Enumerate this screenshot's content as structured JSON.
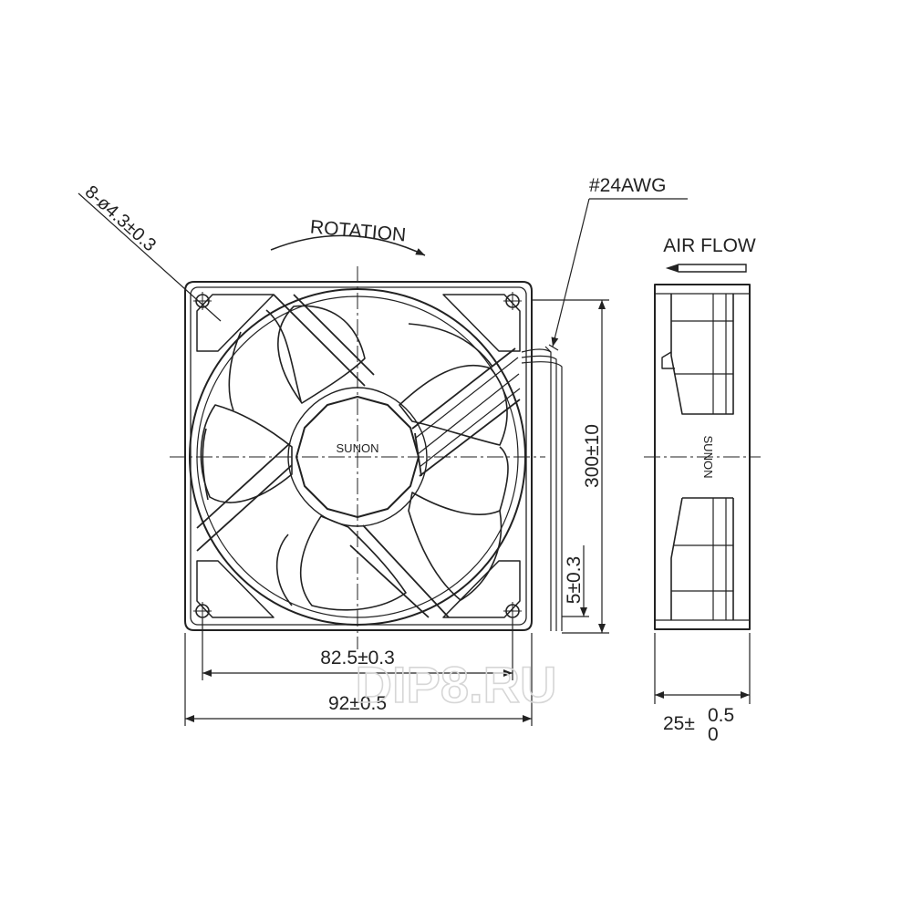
{
  "labels": {
    "hole_spec": "8-ø4.3±0.3",
    "rotation": "ROTATION",
    "wire_gauge": "#24AWG",
    "air_flow": "AIR FLOW",
    "brand_front": "SUNON",
    "brand_side": "SUNON",
    "lead_length": "300±10",
    "strip_length": "5±0.3",
    "hole_pitch": "82.5±0.3",
    "frame_size": "92±0.5",
    "thickness_base": "25±",
    "thickness_upper": "0.5",
    "thickness_lower": "0",
    "watermark": "DIP8.RU"
  },
  "colors": {
    "line": "#222222",
    "watermark": "#d6d6d6"
  }
}
